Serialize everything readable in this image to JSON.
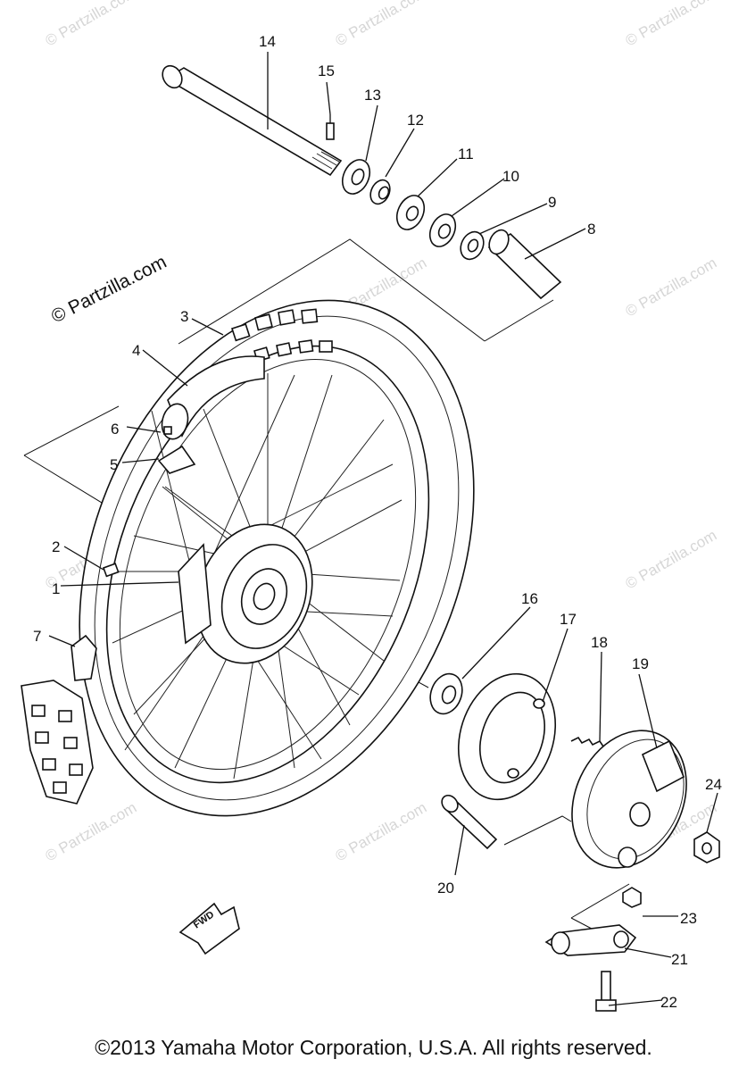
{
  "diagram": {
    "callouts": [
      {
        "id": "1",
        "label": "1"
      },
      {
        "id": "2",
        "label": "2"
      },
      {
        "id": "3",
        "label": "3"
      },
      {
        "id": "4",
        "label": "4"
      },
      {
        "id": "5",
        "label": "5"
      },
      {
        "id": "6",
        "label": "6"
      },
      {
        "id": "7",
        "label": "7"
      },
      {
        "id": "8",
        "label": "8"
      },
      {
        "id": "9",
        "label": "9"
      },
      {
        "id": "10",
        "label": "10"
      },
      {
        "id": "11",
        "label": "11"
      },
      {
        "id": "12",
        "label": "12"
      },
      {
        "id": "13",
        "label": "13"
      },
      {
        "id": "14",
        "label": "14"
      },
      {
        "id": "15",
        "label": "15"
      },
      {
        "id": "16",
        "label": "16"
      },
      {
        "id": "17",
        "label": "17"
      },
      {
        "id": "18",
        "label": "18"
      },
      {
        "id": "19",
        "label": "19"
      },
      {
        "id": "20",
        "label": "20"
      },
      {
        "id": "21",
        "label": "21"
      },
      {
        "id": "22",
        "label": "22"
      },
      {
        "id": "23",
        "label": "23"
      },
      {
        "id": "24",
        "label": "24"
      }
    ],
    "fwd_label": "FWD",
    "watermark_text": "© Partzilla.com",
    "watermark_small": "© Partzilla.com",
    "copyright": "©2013 Yamaha Motor Corporation, U.S.A. All rights reserved."
  }
}
